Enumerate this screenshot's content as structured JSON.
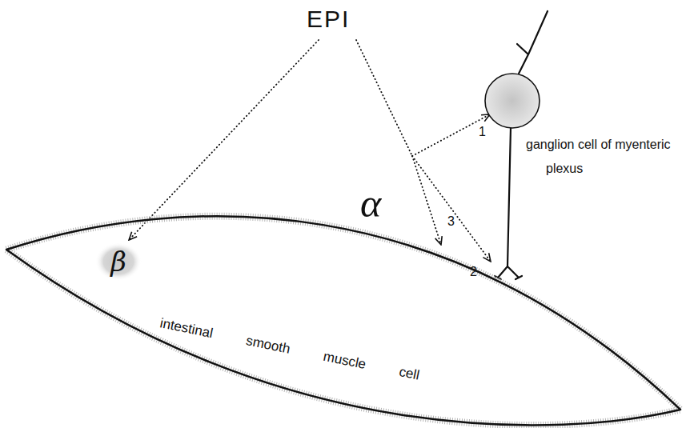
{
  "diagram": {
    "nodes": [
      {
        "text": [
          "intestinal smooth muscle cell"
        ]
      },
      {
        "text": [
          "β"
        ],
        "in": 0
      },
      {
        "text": [
          "ganglion cell of myenteric plexus"
        ]
      }
    ],
    "labels": [
      "EPI",
      "α",
      "1",
      "2",
      "3"
    ]
  }
}
